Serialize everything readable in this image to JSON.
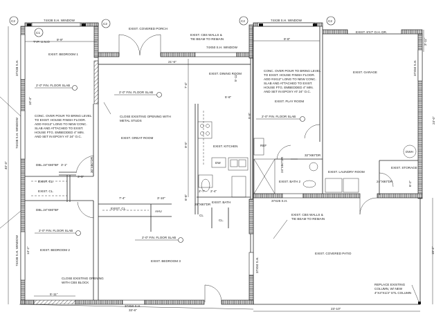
{
  "rooms": {
    "bedroom1": "EXIST. BEDROOM 1",
    "bedroom2": "EXIST. BEDROOM 2",
    "bedroom3": "EXIST. BEDROOM 3",
    "great_room": "EXIST. GREAT ROOM",
    "dining_room": "EXIST. DINING ROOM",
    "kitchen": "EXIST. KITCHEN",
    "bath": "EXIST. BATH",
    "bath2": "EXIST. BATH 2",
    "play_room": "EXIST. PLAY ROOM",
    "garage": "EXIST. GARAGE",
    "laundry": "EXIST. LAUNDRY ROOM",
    "storage": "EXIST. STORAGE",
    "covered_porch": "EXIST. COVERED PORCH",
    "covered_patio": "EXIST. COVERED PATIO",
    "closet1": "EXIST. CL.",
    "closet2": "EXIST. CL.",
    "closet3": "EXIST. CL.",
    "cl_a": "CL",
    "cl_b": "CL."
  },
  "fixtures": {
    "ref": "REF",
    "dw": "DW",
    "ahu": "AHU",
    "dwh": "DWH"
  },
  "notes": {
    "slab": "2'-0\" FIN. FLOOR SLAB",
    "conc_left": [
      "CONC. OVER POUR TO BRING LEVEL",
      "TO EXIST. HOUSE FINISH FLOOR.",
      "ADD #4X12\" LONG TO NEW CONC.",
      "SLAB AND ATTACHED TO EXIST.",
      "HOUSE FTG. EMBEDDED 4\" MIN.",
      "AND SET IN EPOXY AT 24\" O.C."
    ],
    "conc_right": [
      "CONC. OVER POUR TO BRING LEVEL",
      "TO EXIST. HOUSE FINISH FLOOR.",
      "ADD #4X12\" LONG TO NEW CONC.",
      "SLAB AND ATTACHED TO EXIST.",
      "HOUSE FTG. EMBEDDED 4\" MIN.",
      "AND SET IN EPOXY AT 24\" O.C."
    ],
    "close_metal": [
      "CLOSE EXISTING OPENING WITH",
      "METAL STUDS"
    ],
    "close_cbs": [
      "CLOSE EXISTING OPENING",
      "WITH CBS BLOCK"
    ],
    "cbs_top": [
      "EXIST. CBS WALLS &",
      "TIE BEAM TO REMAIN"
    ],
    "cbs_bottom": [
      "EXIST. CBS WALLS &",
      "TIE BEAM TO REMAIN"
    ],
    "column": [
      "REPLACE EXISTING",
      "COLUMN, W/ NEW",
      "4\"X4\"X1/4\" STL COLUMN"
    ],
    "typ": "TYP. U.N.O"
  },
  "windows": {
    "top_left": "74X38 S.H. WINDOW",
    "top_right": "74X38 S.H. WINDOW",
    "porch_right": "74X50 S.H. WINDOW",
    "left_upper": "74X38 S.H. WINDOW",
    "left_lower": "74X38 S.H. WINDOW",
    "bed1_left": "37X38 S.H.",
    "garage_right": "37X50 S.H.",
    "bath2": "37X25 S.H.",
    "bed3_bottom": "37X50 S.H.",
    "patio_left": "37X50 S.H.",
    "garage_door": "EXIST. 8'X7' O.H. DR."
  },
  "doors": {
    "bf_top": "DBL.24\"X80\"BF",
    "bf_bottom": "DBL.24\"X80\"BF",
    "d1": "32\"X80\"DR",
    "d2": "24\"X80\"DR",
    "d3": "28\"X80\"DR",
    "d4": "30\"X80\"DR",
    "d5": "24\"X80\"DR"
  },
  "callouts": {
    "c1": "C1",
    "c2a": "C2",
    "c2b": "C2",
    "c2c": "C2",
    "c2d": "C2"
  },
  "dimensions": {
    "bed1_width": "9'-9\"",
    "great_width": "21'-6\"",
    "play_width": "9'-8\"",
    "dining_h": "7'-4\"",
    "d_5_11": "5'-11\"",
    "d_5_8": "5'-8\"",
    "d_5_8b": "5'-8\"",
    "overall_left": "40'-3\"",
    "bed1_h": "10'-4\"",
    "bed2_h": "14'-2\"",
    "kitchen_h": "9'-5\"",
    "bath_h": "6'-8\"",
    "cl_3_1": "3'-1\"",
    "cl_3_5": "3'-5\"",
    "cl_7_4": "7'-4\"",
    "cl_3_10": "3'-10\"",
    "bath_2_7": "2'-7\"",
    "bath_2_4": "2'-4\"",
    "cbs_5_11": "5'-11\"",
    "bottom_overall": "33'-6\"",
    "patio_width": "23'-10\"",
    "patio_h": "15'-2\"",
    "garage_3_11": "3'-11\"",
    "storage_h": "6'-2\"",
    "right_overall": "24'-0\""
  }
}
